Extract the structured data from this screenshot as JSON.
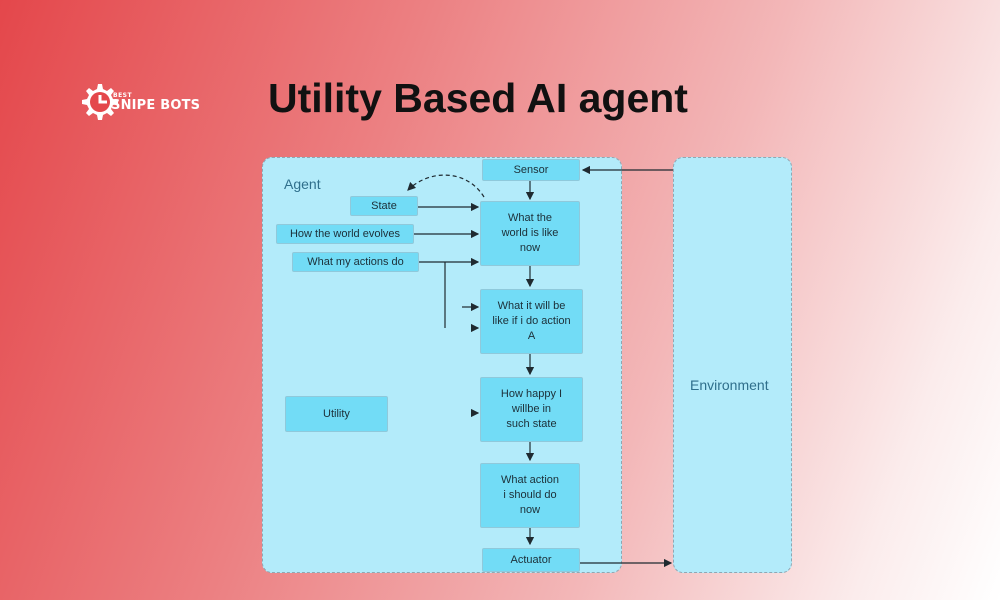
{
  "logo": {
    "small_text": "BEST",
    "text": "SNIPE BOTS",
    "icon": "gear-icon"
  },
  "title": "Utility Based AI agent",
  "diagram": {
    "agent_label": "Agent",
    "environment_label": "Environment",
    "boxes": {
      "sensor": "Sensor",
      "state": "State",
      "world_evolves": "How the world evolves",
      "actions_do": "What my actions do",
      "world_now": "What the\nworld is like\nnow",
      "action_a": "What it will be\nlike if i do action\nA",
      "utility": "Utility",
      "happy": "How happy I\nwillbe in\nsuch state",
      "what_action": "What action\ni should do\nnow",
      "actuator": "Actuator"
    },
    "colors": {
      "box_fill": "#72dcf6",
      "panel_fill": "#b3ebfa",
      "arrow": "#1f2a30"
    }
  }
}
